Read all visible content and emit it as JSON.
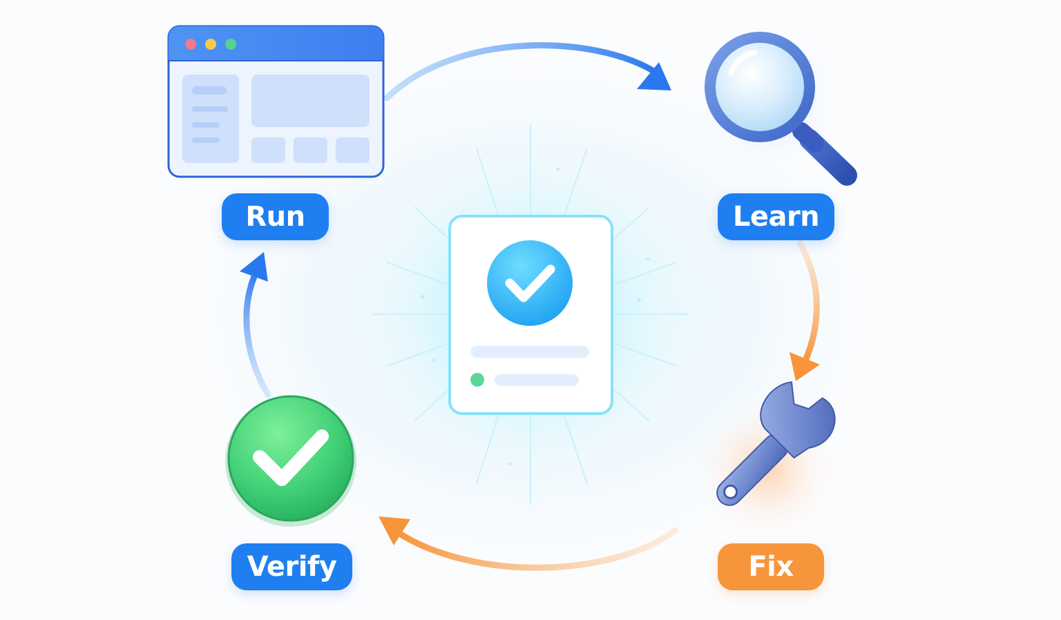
{
  "diagram": {
    "steps": [
      {
        "id": "run",
        "label": "Run",
        "icon": "browser-window-icon",
        "color": "#1f7ff0"
      },
      {
        "id": "learn",
        "label": "Learn",
        "icon": "magnifying-glass-icon",
        "color": "#1f7ff0"
      },
      {
        "id": "fix",
        "label": "Fix",
        "icon": "wrench-icon",
        "color": "#f7953c"
      },
      {
        "id": "verify",
        "label": "Verify",
        "icon": "green-checkmark-icon",
        "color": "#1f7ff0"
      }
    ],
    "center": {
      "icon": "verified-document-icon"
    },
    "colors": {
      "arrow_blue": "#2f7cf0",
      "arrow_orange": "#f7953c",
      "verify_green": "#3dcc72",
      "center_glow": "#7fe3f7",
      "check_blue": "#2ab0f5"
    }
  }
}
